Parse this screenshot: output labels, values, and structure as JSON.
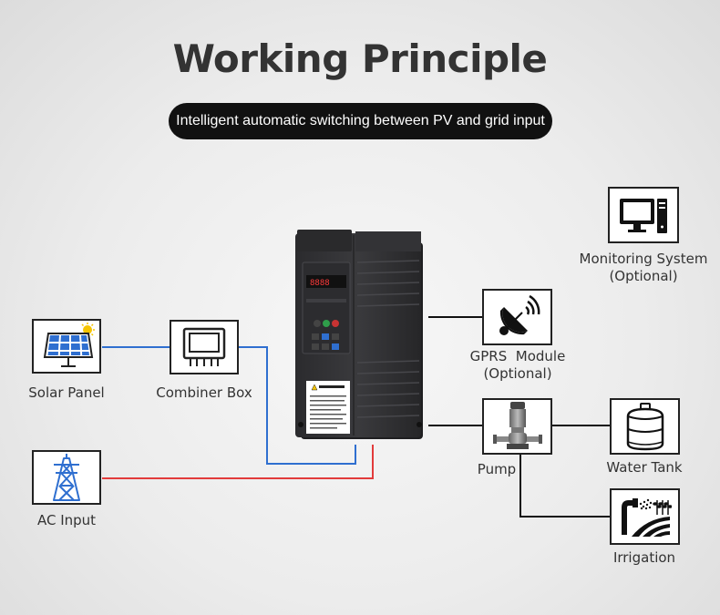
{
  "title": "Working Principle",
  "subtitle": "Intelligent automatic switching between PV and grid input",
  "nodes": {
    "solar_panel": "Solar Panel",
    "combiner_box": "Combiner Box",
    "ac_input": "AC Input",
    "monitoring": {
      "line1": "Monitoring System",
      "line2": "(Optional)"
    },
    "gprs": {
      "line1": "GPRS  Module",
      "line2": "(Optional)"
    },
    "pump": "Pump",
    "water_tank": "Water Tank",
    "irrigation": "Irrigation"
  },
  "colors": {
    "dc_line": "#2f6fd0",
    "ac_line": "#e23b3b",
    "signal_line": "#111111",
    "title_pill": "#111111"
  },
  "icons": {
    "solar_panel": "solar-panel-icon",
    "combiner_box": "combiner-box-icon",
    "ac_input": "power-tower-icon",
    "monitoring": "computer-icon",
    "gprs": "satellite-dish-icon",
    "pump": "pump-icon",
    "water_tank": "water-tank-icon",
    "irrigation": "irrigation-icon"
  }
}
